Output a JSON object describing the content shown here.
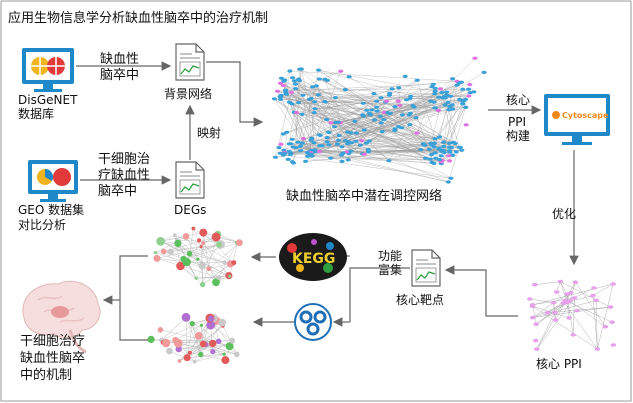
{
  "title": "应用生物信息学分析缺血性脑卒中的治疗机制",
  "nodes": {
    "disgenet": [
      "DisGeNET",
      "数据库"
    ],
    "geo": [
      "GEO 数据集",
      "对比分析"
    ],
    "stroke_top": [
      "缺血性",
      "脑卒中"
    ],
    "stem_cell": [
      "干细胞治",
      "疗缺血性",
      "脑卒中"
    ],
    "background_network": "背景网络",
    "mapping": "映射",
    "degs": "DEGs",
    "regulatory_network": "缺血性脑卒中潜在调控网络",
    "core_ppi_build": [
      "核心",
      "PPI",
      "构建"
    ],
    "cytoscape": "Cytoscape",
    "optimize": "优化",
    "core_ppi": "核心 PPI",
    "core_targets": "核心靶点",
    "function_enrich": [
      "功能",
      "富集"
    ],
    "kegg": "KEGG",
    "mechanism": [
      "干细胞治疗",
      "缺血性脑卒",
      "中的机制"
    ]
  },
  "colors": {
    "node_blue": "#3aa0d8",
    "node_pink": "#e070e0",
    "logo_blue": "#1e88c8",
    "doc_green": "#2e9e3e"
  }
}
